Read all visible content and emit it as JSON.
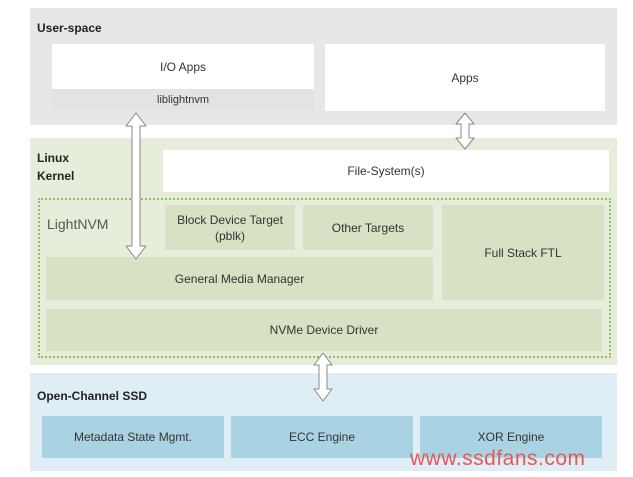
{
  "user_space": {
    "title": "User-space",
    "io_apps": "I/O Apps",
    "liblightnvm": "liblightnvm",
    "apps": "Apps"
  },
  "kernel": {
    "title_line1": "Linux",
    "title_line2": "Kernel",
    "file_system": "File-System(s)",
    "lightnvm_label": "LightNVM",
    "block_target_line1": "Block Device Target",
    "block_target_line2": "(pblk)",
    "other_targets": "Other Targets",
    "full_stack_ftl": "Full Stack FTL",
    "general_media_manager": "General Media Manager",
    "nvme_driver": "NVMe Device Driver"
  },
  "ssd": {
    "title": "Open-Channel SSD",
    "metadata": "Metadata State Mgmt.",
    "ecc": "ECC Engine",
    "xor": "XOR Engine"
  },
  "watermark": "www.ssdfans.com",
  "colors": {
    "user_layer": "#e7e7e7",
    "kernel_layer": "#e6eedb",
    "kernel_box": "#d7e2c4",
    "ssd_layer": "#dfeef5",
    "ssd_box": "#a9d3e2",
    "lightnvm_border": "#93bd5e",
    "watermark": "#e65757"
  }
}
